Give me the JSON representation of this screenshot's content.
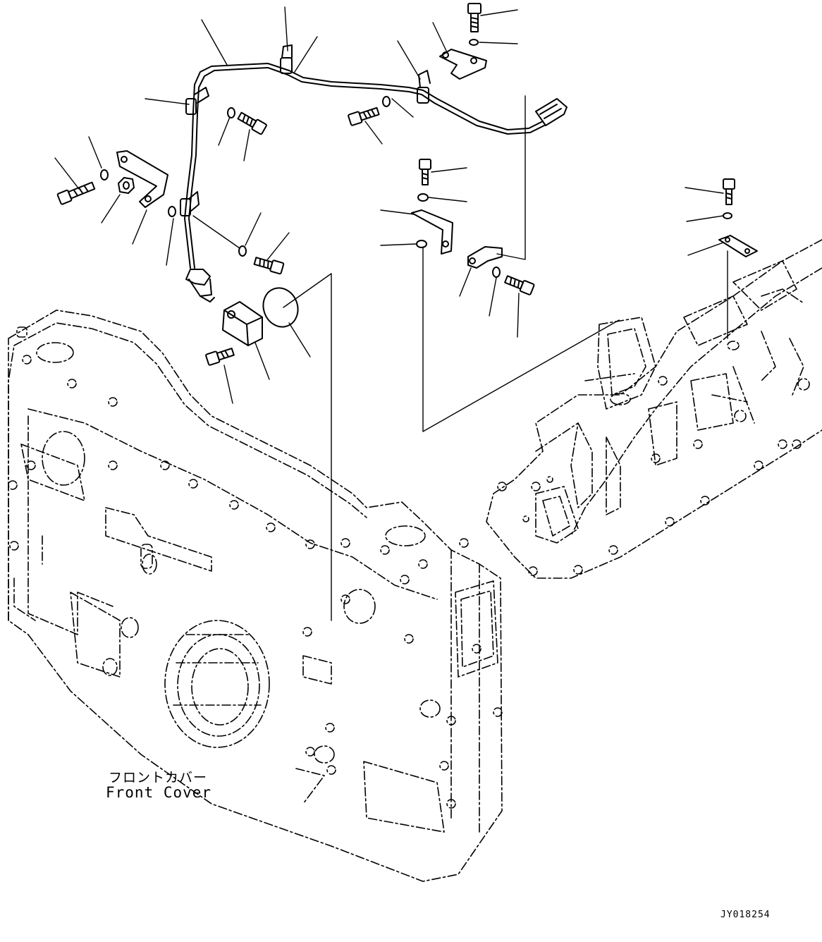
{
  "labels": {
    "part_name_jp": "フロントカバー",
    "part_name_en": "Front Cover"
  },
  "drawing_number": "JY018254"
}
